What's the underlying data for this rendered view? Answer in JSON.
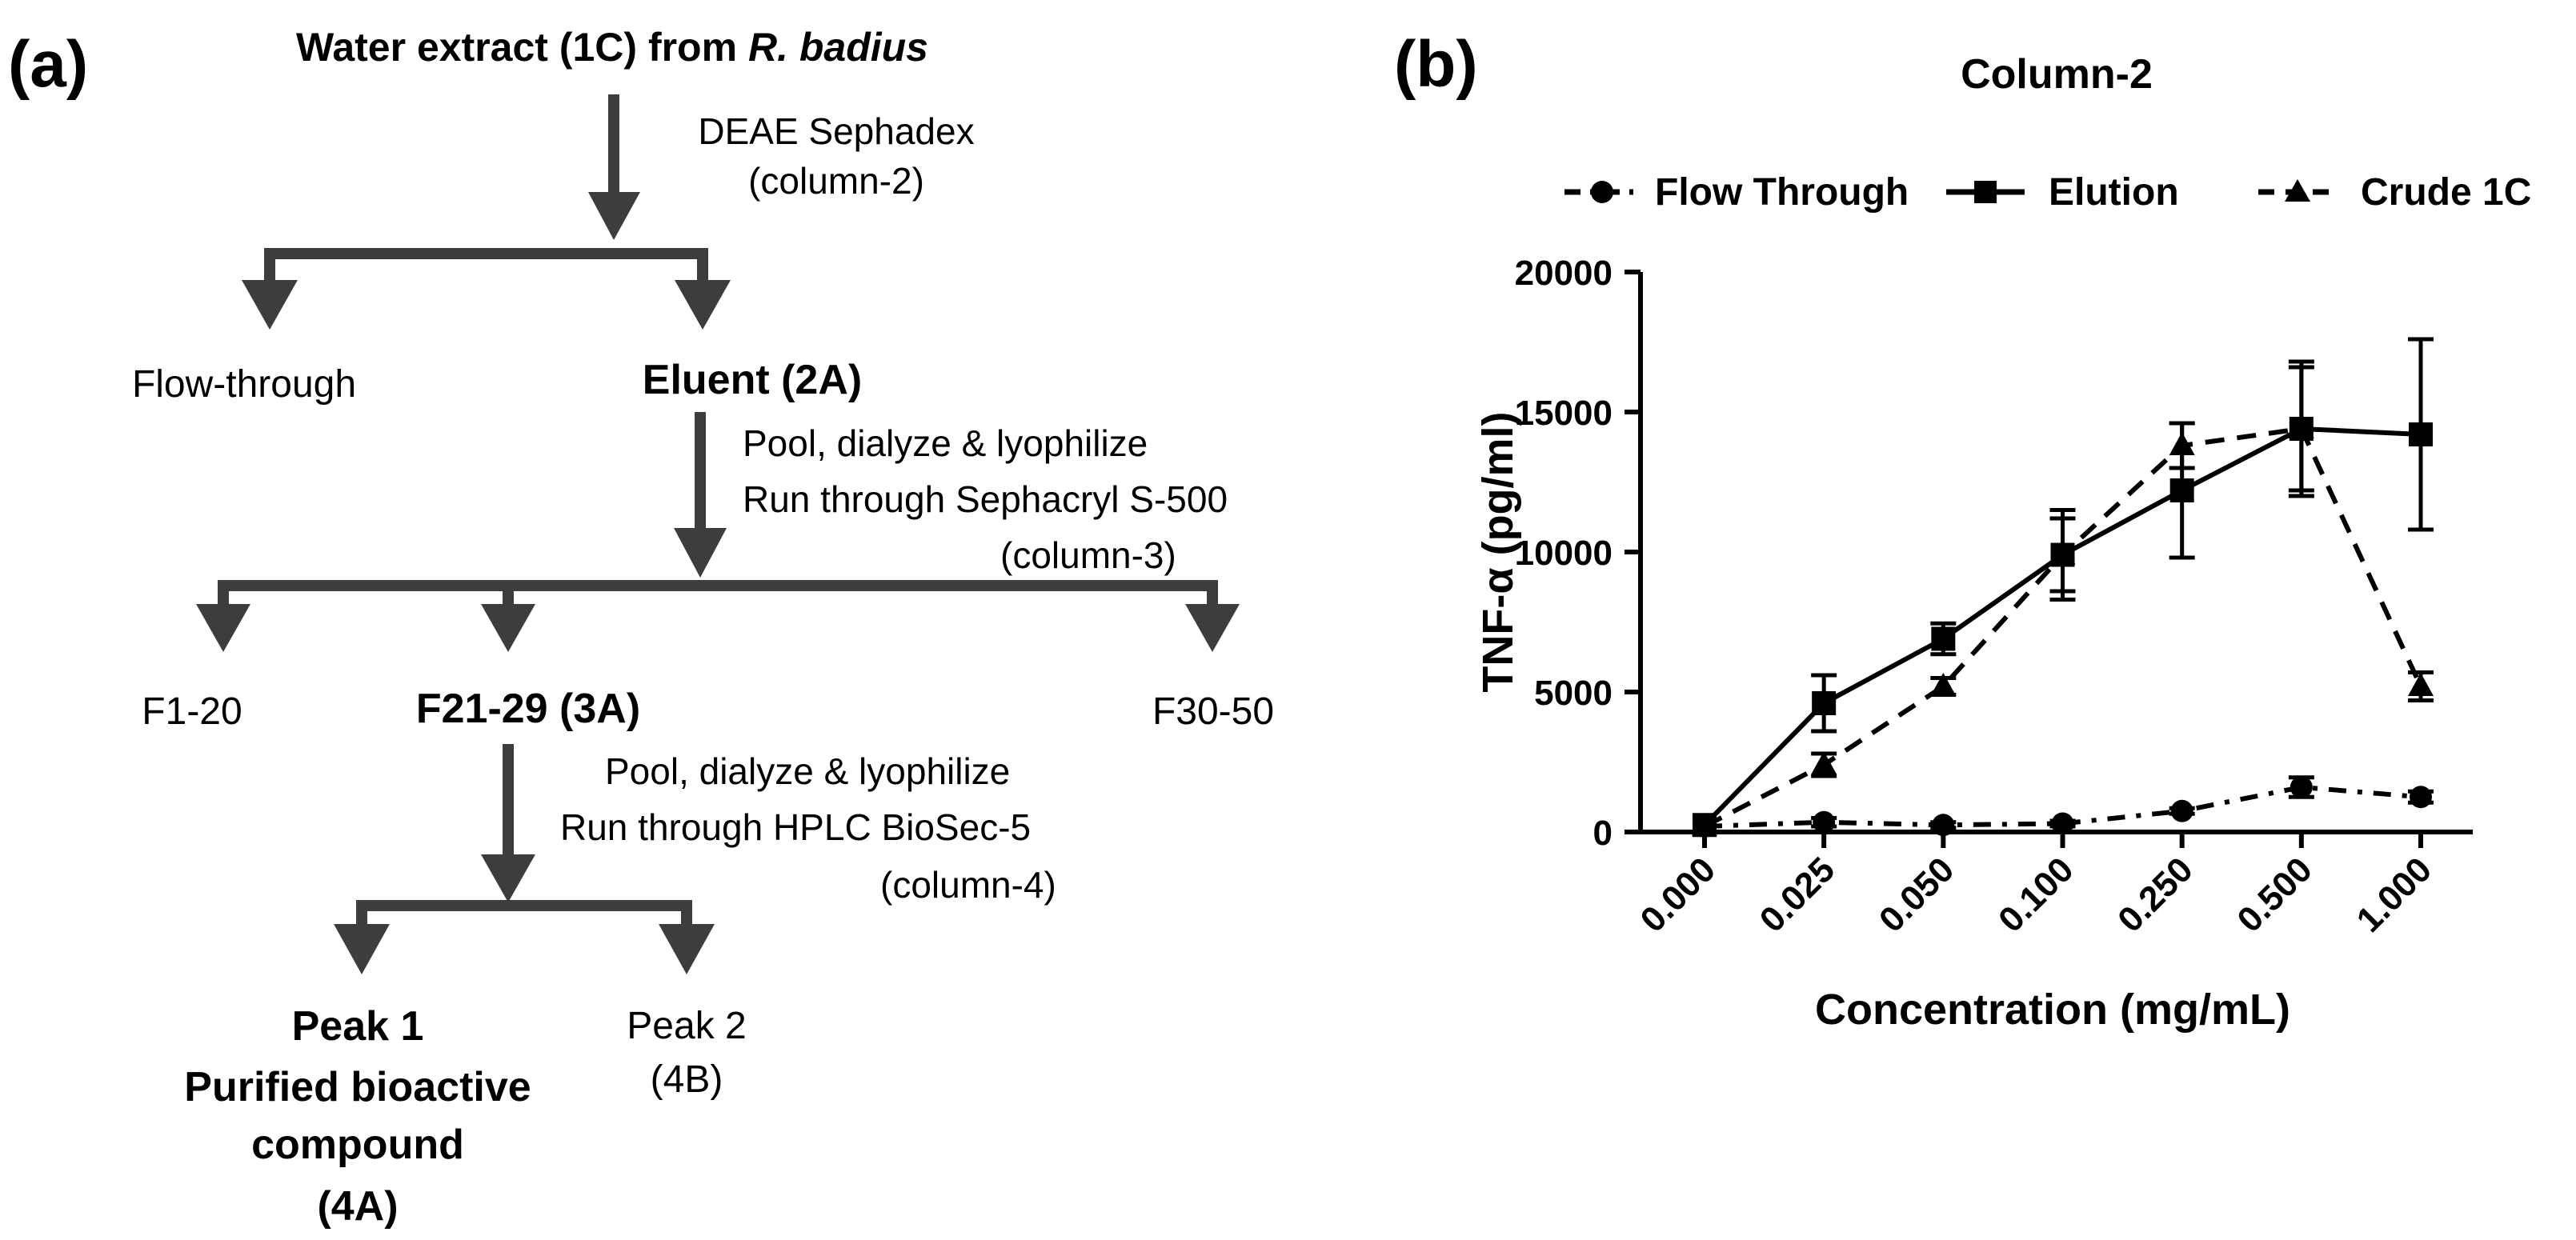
{
  "panel_a": {
    "panel_label": "(a)",
    "title_prefix": "Water extract (1C) from ",
    "title_italic": "R. badius",
    "step1_line1": "DEAE Sephadex",
    "step1_line2": "(column-2)",
    "flow_through": "Flow-through",
    "eluent": "Eluent (2A)",
    "step2_line1": "Pool, dialyze & lyophilize",
    "step2_line2": "Run through Sephacryl S-500",
    "step2_line3": "(column-3)",
    "f1_20": "F1-20",
    "f21_29": "F21-29 (3A)",
    "f30_50": "F30-50",
    "step3_line1": "Pool, dialyze & lyophilize",
    "step3_line2": "Run through HPLC BioSec-5",
    "step3_line3": "(column-4)",
    "peak1": "Peak 1",
    "peak1_desc1": "Purified bioactive",
    "peak1_desc2": "compound",
    "peak1_code": "(4A)",
    "peak2": "Peak 2",
    "peak2_code": "(4B)"
  },
  "panel_b": {
    "panel_label": "(b)"
  },
  "chart_data": {
    "type": "line",
    "title": "Column-2",
    "xlabel": "Concentration (mg/mL)",
    "ylabel": "TNF-α (pg/ml)",
    "ylim": [
      0,
      20000
    ],
    "yticks": [
      "0",
      "5000",
      "10000",
      "15000",
      "20000"
    ],
    "categories": [
      "0.000",
      "0.025",
      "0.050",
      "0.100",
      "0.250",
      "0.500",
      "1.000"
    ],
    "legend_position": "top",
    "series": [
      {
        "name": "Flow Through",
        "marker": "circle",
        "line_style": "dash-dot",
        "values": [
          200,
          350,
          250,
          300,
          750,
          1600,
          1250
        ],
        "errors": [
          0,
          150,
          100,
          100,
          100,
          350,
          200
        ]
      },
      {
        "name": "Elution",
        "marker": "square",
        "line_style": "solid",
        "values": [
          250,
          4600,
          6900,
          9900,
          12200,
          14400,
          14200
        ],
        "errors": [
          0,
          1000,
          550,
          1600,
          2400,
          2400,
          3400
        ]
      },
      {
        "name": "Crude 1C",
        "marker": "triangle",
        "line_style": "dashed",
        "values": [
          200,
          2400,
          5200,
          9900,
          13800,
          14400,
          5200
        ],
        "errors": [
          0,
          400,
          300,
          1300,
          800,
          2200,
          500
        ]
      }
    ]
  }
}
